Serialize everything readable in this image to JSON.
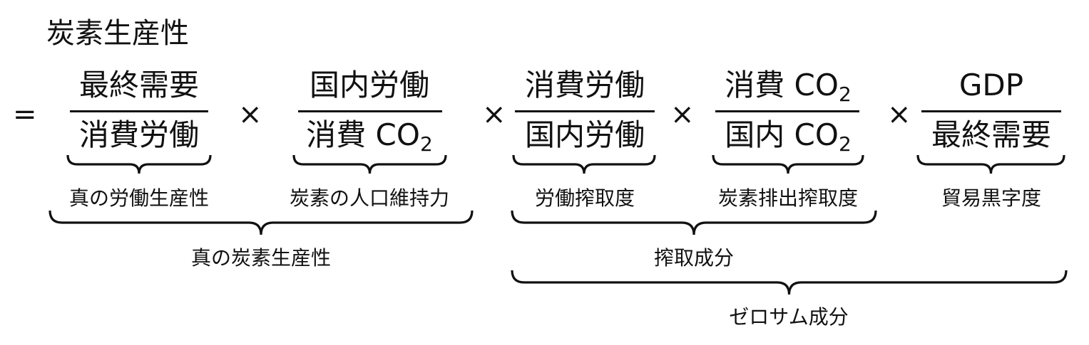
{
  "title": "炭素生産性",
  "equals": "=",
  "times": "×",
  "fractions": [
    {
      "num": {
        "text": "最終需要",
        "sub": ""
      },
      "den": {
        "text": "消費労働",
        "sub": ""
      },
      "label": "真の労働生産性"
    },
    {
      "num": {
        "text": "国内労働",
        "sub": ""
      },
      "den": {
        "text": "消費 CO",
        "sub": "2"
      },
      "label": "炭素の人口維持力"
    },
    {
      "num": {
        "text": "消費労働",
        "sub": ""
      },
      "den": {
        "text": "国内労働",
        "sub": ""
      },
      "label": "労働搾取度"
    },
    {
      "num": {
        "text": "消費 CO",
        "sub": "2"
      },
      "den": {
        "text": "国内 CO",
        "sub": "2"
      },
      "label": "炭素排出搾取度"
    },
    {
      "num": {
        "text": "GDP",
        "sub": ""
      },
      "den": {
        "text": "最終需要",
        "sub": ""
      },
      "label": "貿易黒字度"
    }
  ],
  "groups": [
    {
      "label": "真の炭素生産性"
    },
    {
      "label": "搾取成分"
    },
    {
      "label": "ゼロサム成分"
    }
  ]
}
